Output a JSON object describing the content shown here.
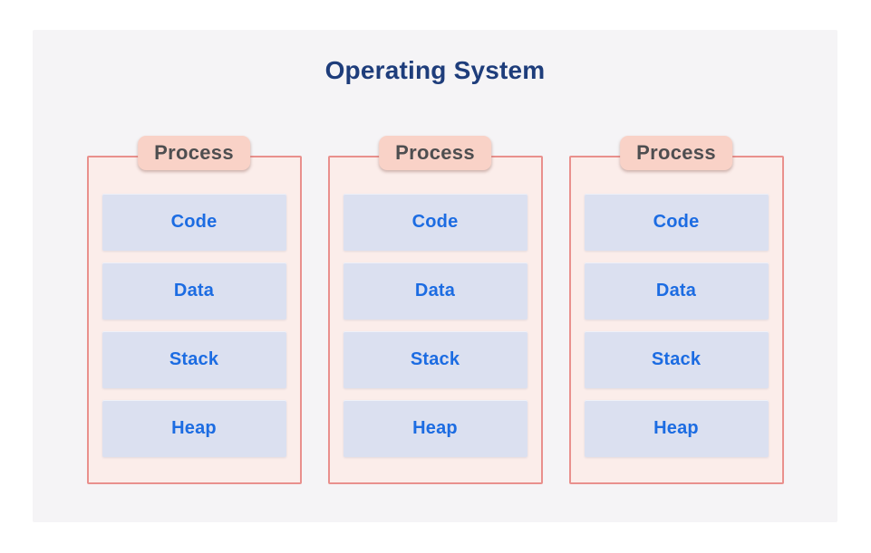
{
  "title": "Operating System",
  "colors": {
    "panel_bg": "#f5f4f6",
    "title_text": "#1e3d7b",
    "card_bg": "#fbedea",
    "card_border": "#e9908d",
    "badge_bg": "#f9d2c7",
    "badge_text": "#4e4e50",
    "segment_bg": "#dbe0f0",
    "segment_text": "#1c6ce2"
  },
  "processes": [
    {
      "label": "Process",
      "segments": [
        "Code",
        "Data",
        "Stack",
        "Heap"
      ]
    },
    {
      "label": "Process",
      "segments": [
        "Code",
        "Data",
        "Stack",
        "Heap"
      ]
    },
    {
      "label": "Process",
      "segments": [
        "Code",
        "Data",
        "Stack",
        "Heap"
      ]
    }
  ]
}
